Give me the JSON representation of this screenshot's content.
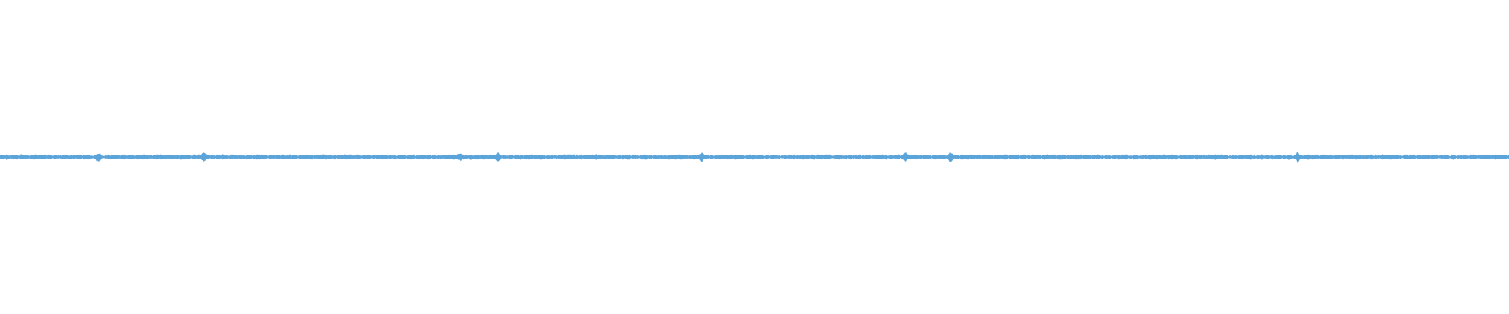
{
  "waveform": {
    "color": "#5ba4d9",
    "background": "#ffffff",
    "peak_amplitude": 0.04,
    "average_amplitude": 0.012,
    "transients": [
      0.065,
      0.135,
      0.305,
      0.33,
      0.465,
      0.6,
      0.63,
      0.86
    ]
  }
}
